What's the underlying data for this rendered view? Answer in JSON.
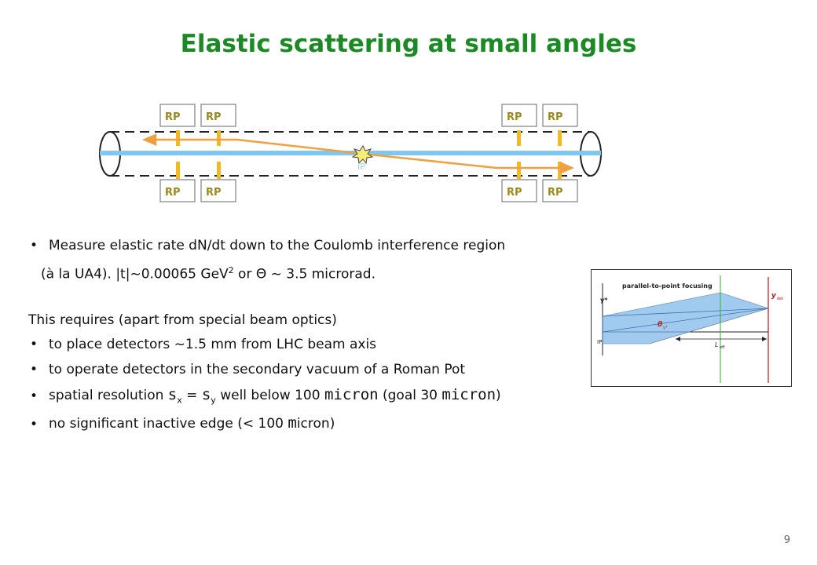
{
  "slide": {
    "title": "Elastic scattering at small angles",
    "page_number": "9"
  },
  "beam_diagram": {
    "rp_label": "RP",
    "ip_label": "IP",
    "colors": {
      "beam": "#7ec8f0",
      "track": "#f0a040",
      "rp_box": "#a09028",
      "pot": "#f4b820"
    }
  },
  "optics_diagram": {
    "title": "parallel-to-point focusing",
    "y_star": "y*",
    "ip": "IP",
    "theta": "θ",
    "theta_sub": "y*",
    "l_eff": "L",
    "l_eff_sub": "eff",
    "y_det": "y",
    "y_det_sub": "det"
  },
  "text": {
    "bullet": "•",
    "l1": "Measure elastic rate dN/dt down to the Coulomb interference region",
    "l2a": "(à la UA4).  |t|~0.00065 GeV",
    "l2_sup": "2",
    "l2b": "  or   Θ ~ 3.5 microrad.",
    "l3": "This requires (apart from special beam optics)",
    "l4": "to place detectors ~1.5 mm from LHC beam axis",
    "l5": "to operate detectors in the secondary vacuum of a Roman Pot",
    "l6a": "spatial resolution ",
    "l6_s1": "s",
    "l6_sub1": "x",
    "l6_eq": " = ",
    "l6_s2": "s",
    "l6_sub2": "y",
    "l6b": " well below 100 ",
    "l6_micron1": "micron",
    "l6c": " (goal 30 ",
    "l6_micron2": "micron",
    "l6d": ")",
    "l7a": "no significant inactive edge (< 100 ",
    "l7_m": "m",
    "l7b": "icron)"
  }
}
